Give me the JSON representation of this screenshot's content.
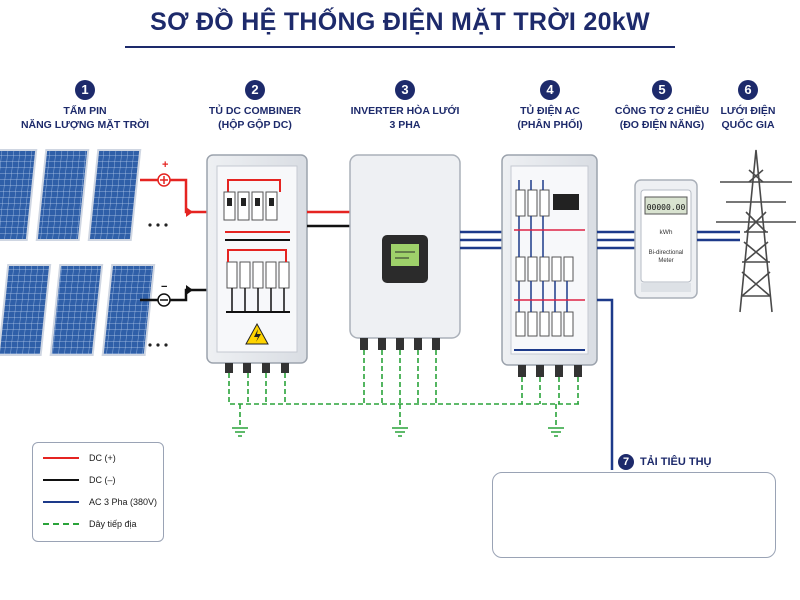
{
  "title": "SƠ ĐỒ HỆ THỐNG ĐIỆN MẶT TRỜI 20kW",
  "steps": [
    {
      "num": "1",
      "line1": "TẤM PIN",
      "line2": "NĂNG LƯỢNG MẶT TRỜI"
    },
    {
      "num": "2",
      "line1": "TỦ DC COMBINER",
      "line2": "(HỘP GỘP DC)"
    },
    {
      "num": "3",
      "line1": "INVERTER HÒA LƯỚI",
      "line2": "3 PHA"
    },
    {
      "num": "4",
      "line1": "TỦ ĐIỆN AC",
      "line2": "(PHÂN PHỐI)"
    },
    {
      "num": "5",
      "line1": "CÔNG TƠ 2 CHIỀU",
      "line2": "(ĐO ĐIỆN NĂNG)"
    },
    {
      "num": "6",
      "line1": "LƯỚI ĐIỆN",
      "line2": "QUỐC GIA"
    }
  ],
  "polarity": {
    "plus": "+",
    "minus": "−"
  },
  "meter": {
    "display": "00000.00",
    "unit": "kWh",
    "caption_line1": "Bi-directional",
    "caption_line2": "Meter"
  },
  "load": {
    "num": "7",
    "label": "TẢI TIÊU THỤ"
  },
  "legend": [
    {
      "label": "DC (+)",
      "color": "#e52421",
      "style": "solid"
    },
    {
      "label": "DC (–)",
      "color": "#111111",
      "style": "solid"
    },
    {
      "label": "AC 3 Pha (380V)",
      "color": "#1d3a8a",
      "style": "solid"
    },
    {
      "label": "Dây tiếp địa",
      "color": "#2aa33a",
      "style": "dashed"
    }
  ],
  "colors": {
    "dc_plus": "#e52421",
    "dc_minus": "#111111",
    "ac": "#1d3a8a",
    "ground": "#2aa33a",
    "navy": "#1d2a6b"
  }
}
